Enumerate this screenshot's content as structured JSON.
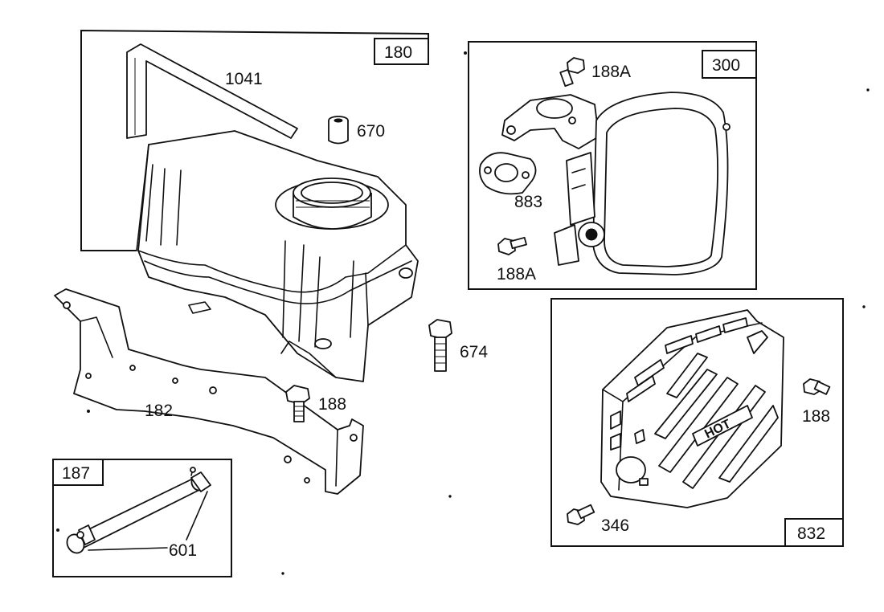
{
  "boxes": [
    {
      "id": "180",
      "label": "180"
    },
    {
      "id": "300",
      "label": "300"
    },
    {
      "id": "832",
      "label": "832"
    },
    {
      "id": "187",
      "label": "187"
    }
  ],
  "parts": {
    "p1041": "1041",
    "p670": "670",
    "p182": "182",
    "p674": "674",
    "p188_mid": "188",
    "p188a_top": "188A",
    "p883": "883",
    "p188a_bot": "188A",
    "p188_right": "188",
    "p346": "346",
    "p601": "601"
  },
  "guard_text": "HOT"
}
